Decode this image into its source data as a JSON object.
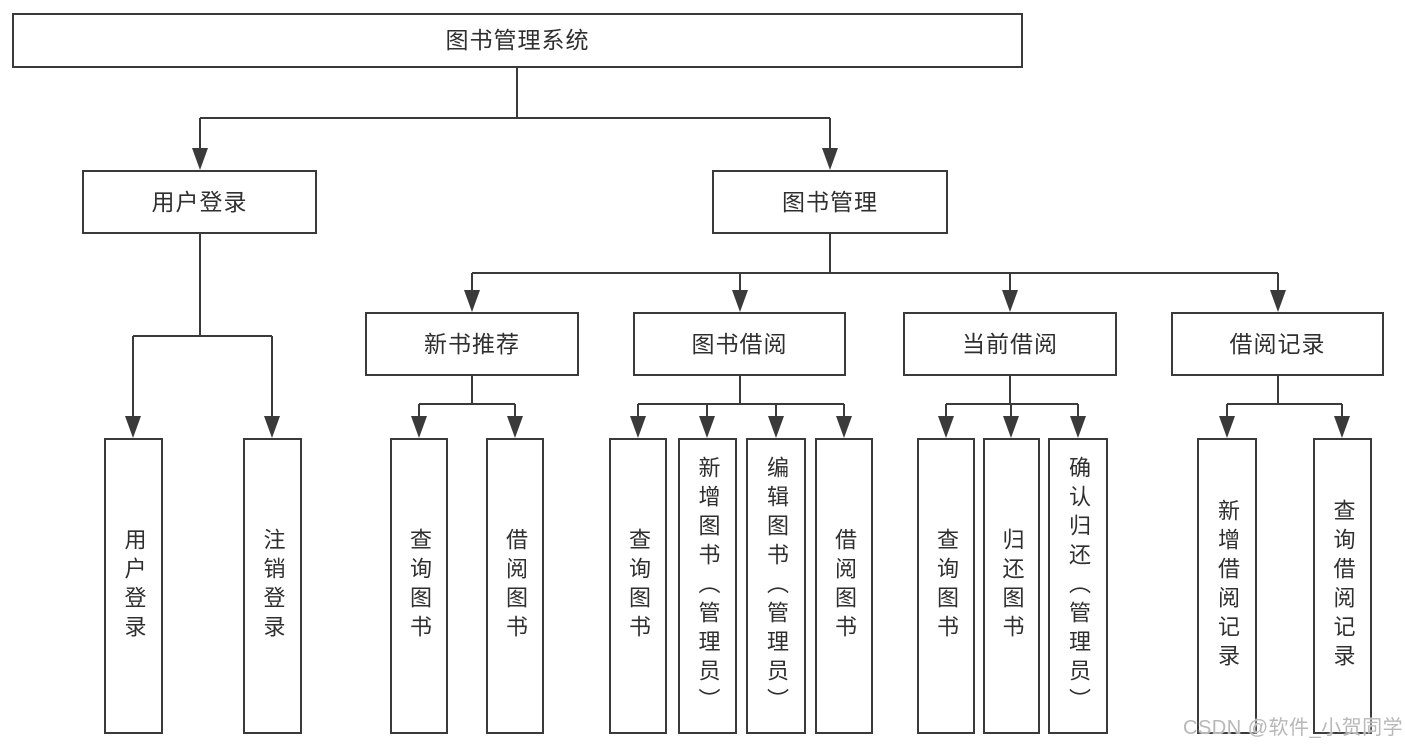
{
  "nodes": {
    "root": {
      "label": "图书管理系统"
    },
    "user_login": {
      "label": "用户登录"
    },
    "book_mgmt": {
      "label": "图书管理"
    },
    "login_action": {
      "label": "用户登录"
    },
    "logout_action": {
      "label": "注销登录"
    },
    "new_book_rec": {
      "label": "新书推荐"
    },
    "book_borrow": {
      "label": "图书借阅"
    },
    "current_borrow": {
      "label": "当前借阅"
    },
    "borrow_records": {
      "label": "借阅记录"
    },
    "nbr_query_books": {
      "label": "查询图书"
    },
    "nbr_borrow_books": {
      "label": "借阅图书"
    },
    "bb_query_books": {
      "label": "查询图书"
    },
    "bb_add_books": {
      "label": "新增图书（管理员）"
    },
    "bb_edit_books": {
      "label": "编辑图书（管理员）"
    },
    "bb_borrow_books": {
      "label": "借阅图书"
    },
    "cb_query_books": {
      "label": "查询图书"
    },
    "cb_return_books": {
      "label": "归还图书"
    },
    "cb_confirm_return": {
      "label": "确认归还（管理员）"
    },
    "br_add_record": {
      "label": "新增借阅记录"
    },
    "br_query_record": {
      "label": "查询借阅记录"
    }
  },
  "watermark": {
    "text": "CSDN @软件_小贺同学"
  },
  "colors": {
    "line": "#3a3a3a",
    "text": "#2f2f2f",
    "background": "#ffffff",
    "watermark": "#b8b8b8"
  }
}
